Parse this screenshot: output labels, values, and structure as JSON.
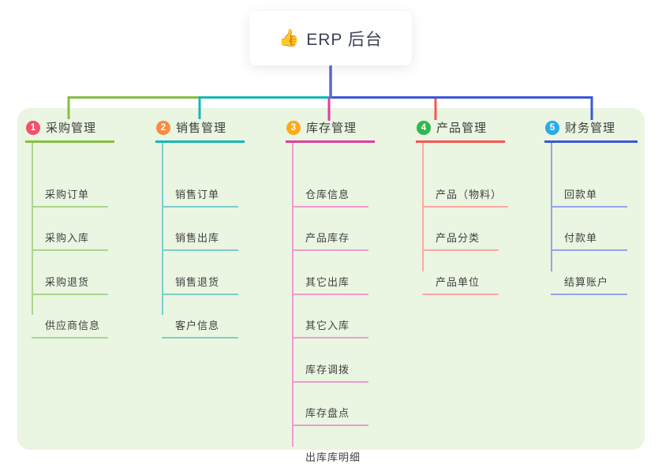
{
  "canvas": {
    "background": "#ffffff",
    "panel_color": "#eaf5e2"
  },
  "root": {
    "icon": "👍",
    "label": "ERP 后台",
    "line_color": "#5b68d6",
    "text_color": "#3b4254"
  },
  "branches": [
    {
      "number": "1",
      "label": "采购管理",
      "color": "#83bf41",
      "light_color": "#abd58c",
      "badge_color": "#f2506b",
      "children": [
        "采购订单",
        "采购入库",
        "采购退货",
        "供应商信息"
      ]
    },
    {
      "number": "2",
      "label": "销售管理",
      "color": "#15b8b4",
      "light_color": "#79d0ca",
      "badge_color": "#f98b3f",
      "children": [
        "销售订单",
        "销售出库",
        "销售退货",
        "客户信息"
      ]
    },
    {
      "number": "3",
      "label": "库存管理",
      "color": "#e03ca3",
      "light_color": "#f09bce",
      "badge_color": "#fbab19",
      "children": [
        "仓库信息",
        "产品库存",
        "其它出库",
        "其它入库",
        "库存调拨",
        "库存盘点",
        "出库库明细"
      ]
    },
    {
      "number": "4",
      "label": "产品管理",
      "color": "#f95450",
      "light_color": "#fba8a3",
      "badge_color": "#2fb84d",
      "children": [
        "产品（物料）",
        "产品分类",
        "产品单位"
      ]
    },
    {
      "number": "5",
      "label": "财务管理",
      "color": "#3b57d8",
      "light_color": "#94a5e8",
      "badge_color": "#2aabe6",
      "children": [
        "回款单",
        "付款单",
        "结算账户"
      ]
    }
  ]
}
